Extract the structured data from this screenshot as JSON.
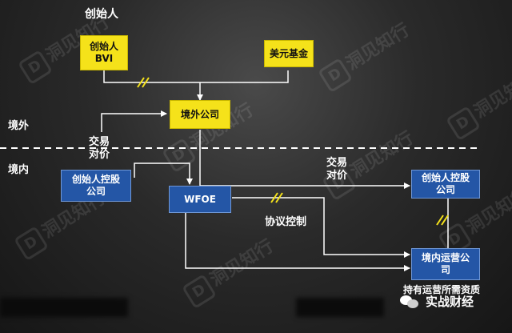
{
  "watermark_text": "洞见知行",
  "watermark_letter": "D",
  "labels": {
    "founder": "创始人",
    "offshore": "境外",
    "onshore": "境内",
    "transaction_consideration_left": "交易\n对价",
    "transaction_consideration_right": "交易\n对价",
    "agreement_control": "协议控制",
    "qualification_note": "持有运营所需资质"
  },
  "boxes": {
    "founder_bvi": "创始人\nBVI",
    "usd_fund": "美元基金",
    "offshore_company": "境外公司",
    "founder_holding_left": "创始人控股\n公司",
    "wfoe": "WFOE",
    "founder_holding_right": "创始人控股\n公司",
    "onshore_operating": "境内运营公\n司"
  },
  "brand": {
    "name": "实战财经"
  },
  "colors": {
    "yellow_box": "#f5e21a",
    "blue_box": "#2456a6",
    "line": "#ffffff"
  }
}
